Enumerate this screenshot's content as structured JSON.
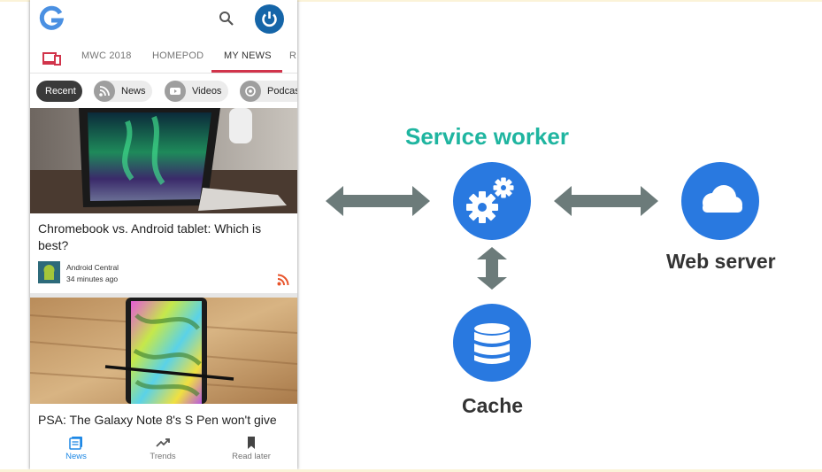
{
  "app": {
    "tabs": [
      "MWC 2018",
      "HOMEPOD",
      "MY NEWS",
      "R"
    ],
    "active_tab": "MY NEWS",
    "chips": [
      "Recent",
      "News",
      "Videos",
      "Podcas"
    ],
    "active_chip": "Recent"
  },
  "articles": [
    {
      "title": "Chromebook vs. Android tablet: Which is best?",
      "source": "Android Central",
      "time": "34 minutes ago"
    },
    {
      "title": "PSA: The Galaxy Note 8's S Pen won't give"
    }
  ],
  "bottom_nav": [
    "News",
    "Trends",
    "Read later"
  ],
  "diagram": {
    "service_worker_label": "Service worker",
    "web_server_label": "Web server",
    "cache_label": "Cache"
  },
  "colors": {
    "service_worker_text": "#1fb5a0",
    "node_blue": "#2979e0",
    "arrow_gray": "#6c7b7a",
    "tab_accent": "#d1344b",
    "active_nav": "#1e88e5"
  },
  "icons": {
    "app_logo": "google-g-icon",
    "search": "search-icon",
    "account": "power-icon",
    "service_worker_node": "gears-icon",
    "web_server_node": "cloud-icon",
    "cache_node": "database-icon"
  }
}
